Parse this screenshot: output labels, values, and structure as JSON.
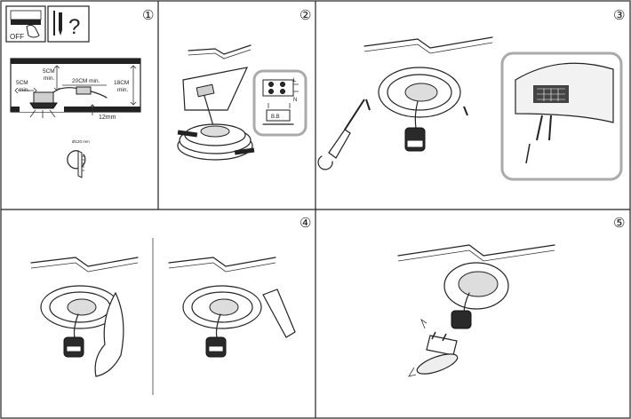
{
  "steps": {
    "s1": {
      "number": "①",
      "breaker_label": "OFF",
      "icon_question": "?"
    },
    "s2": {
      "number": "②",
      "terminal_l": "L",
      "terminal_n": "N",
      "terminal_block": "B.B"
    },
    "s3": {
      "number": "③"
    },
    "s4": {
      "number": "④"
    },
    "s5": {
      "number": "⑤"
    }
  },
  "clearances": {
    "side": "5CM\nmin.",
    "top": "5CM\nmin.",
    "cable": "20CM min.",
    "depth": "18CM\nmin.",
    "thickness": "12mm"
  },
  "cutout": {
    "label": "Ø120 mm"
  },
  "icons": [
    "breaker-off-icon",
    "screw-icon",
    "plug-icon",
    "question-icon",
    "screwdriver-icon",
    "lamp-icon"
  ]
}
